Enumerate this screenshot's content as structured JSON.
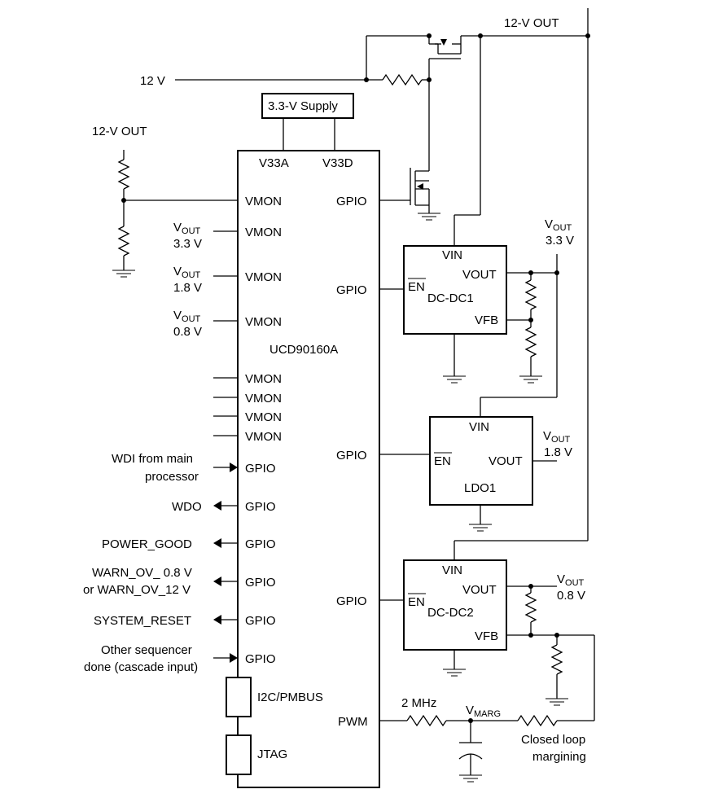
{
  "supply": {
    "out12_top": "12-V OUT",
    "in12": "12 V",
    "supply33": "3.3-V Supply",
    "out12_left": "12-V OUT"
  },
  "ucd": {
    "name": "UCD90160A",
    "v33a": "V33A",
    "v33d": "V33D",
    "vmon": "VMON",
    "gpio": "GPIO",
    "i2c": "I2C/PMBUS",
    "jtag": "JTAG",
    "pwm": "PWM"
  },
  "vout_labels": {
    "v": "V",
    "sub": "OUT",
    "v33": "3.3 V",
    "v18": "1.8 V",
    "v08": "0.8 V"
  },
  "signals": {
    "wdi_line1": "WDI from main",
    "wdi_line2": "processor",
    "wdo": "WDO",
    "power_good": "POWER_GOOD",
    "warn_line1": "WARN_OV_ 0.8 V",
    "warn_line2": "or WARN_OV_12 V",
    "system_reset": "SYSTEM_RESET",
    "other_line1": "Other sequencer",
    "other_line2": "done (cascade input)"
  },
  "regulators": {
    "vin": "VIN",
    "vout": "VOUT",
    "vfb": "VFB",
    "en": "EN",
    "dcdc1": "DC-DC1",
    "ldo1": "LDO1",
    "dcdc2": "DC-DC2"
  },
  "margin": {
    "freq": "2 MHz",
    "vmarg_v": "V",
    "vmarg_sub": "MARG",
    "closed_line1": "Closed loop",
    "closed_line2": "margining"
  }
}
